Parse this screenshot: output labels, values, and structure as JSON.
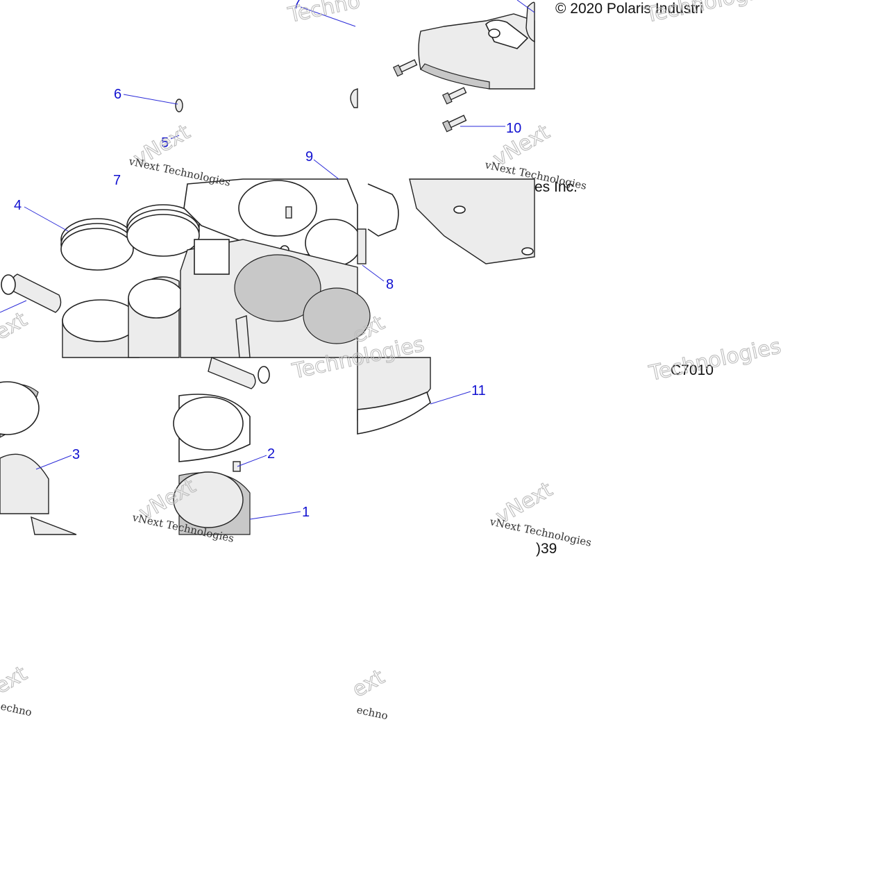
{
  "diagram": {
    "copyright": "© 2020 Polaris Industri",
    "copyright_tail": "es Inc.",
    "drawing_number": "C7010",
    "drawing_suffix": ")39",
    "callouts": [
      "1",
      "2",
      "3",
      "4",
      "5",
      "6",
      "7",
      "8",
      "9",
      "10",
      "11"
    ],
    "watermark_lines": [
      "vNext",
      "Technologies",
      "vNext Technologies"
    ],
    "watermark_partial": [
      "ext",
      "Techno",
      "echno"
    ]
  },
  "colors": {
    "callout": "#1010d0",
    "leader": "#2a2ad8",
    "line_art": "#222222",
    "watermark": "#bdbdbd"
  }
}
